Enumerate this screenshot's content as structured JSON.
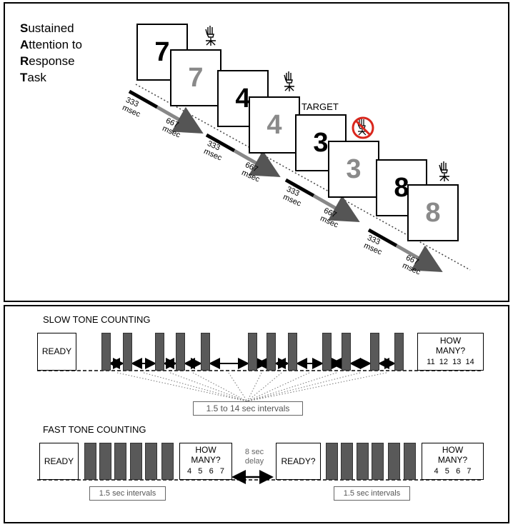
{
  "sart": {
    "title_lines": [
      {
        "initial": "S",
        "rest": "ustained"
      },
      {
        "initial": "A",
        "rest": "ttention to"
      },
      {
        "initial": "R",
        "rest": "esponse"
      },
      {
        "initial": "T",
        "rest": "ask"
      }
    ],
    "target_label": "TARGET",
    "cards": [
      "7",
      "7",
      "4",
      "4",
      "3",
      "3",
      "8",
      "8"
    ],
    "timing": {
      "dark_value": "333",
      "gray_value": "667",
      "unit": "msec"
    }
  },
  "slow": {
    "title": "SLOW TONE COUNTING",
    "ready": "READY",
    "question_line1": "HOW",
    "question_line2": "MANY?",
    "options": "11  12  13  14",
    "interval_label": "1.5 to 14 sec intervals"
  },
  "fast": {
    "title": "FAST TONE COUNTING",
    "ready1": "READY",
    "ready2": "READY?",
    "question_line1": "HOW",
    "question_line2": "MANY?",
    "options": "4   5   6   7",
    "delay_line1": "8 sec",
    "delay_line2": "delay",
    "interval_label_left": "1.5 sec intervals",
    "interval_label_right": "1.5 sec intervals"
  },
  "colors": {
    "tone_bar": "#595959",
    "no_response": "#d9261c",
    "gray_digit": "#8a8a8a"
  }
}
